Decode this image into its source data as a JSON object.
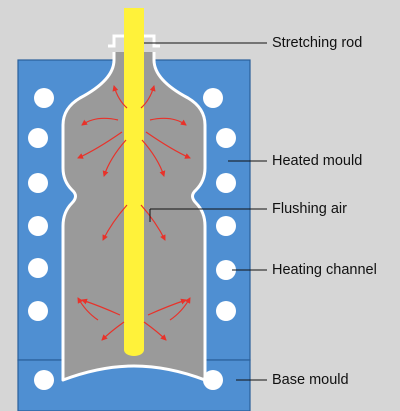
{
  "labels": {
    "stretching_rod": "Stretching rod",
    "heated_mould": "Heated mould",
    "flushing_air": "Flushing air",
    "heating_channel": "Heating channel",
    "base_mould": "Base mould"
  },
  "colors": {
    "background": "#d6d6d6",
    "mould_fill": "#4f8fd2",
    "mould_edge": "#2a5f9a",
    "cavity_fill": "#9a9a9a",
    "bottle_outline": "#ffffff",
    "heating_channel": "#ffffff",
    "stretching_rod": "#fff23a",
    "air_arrows": "#e8322a",
    "leader_lines": "#111111"
  }
}
